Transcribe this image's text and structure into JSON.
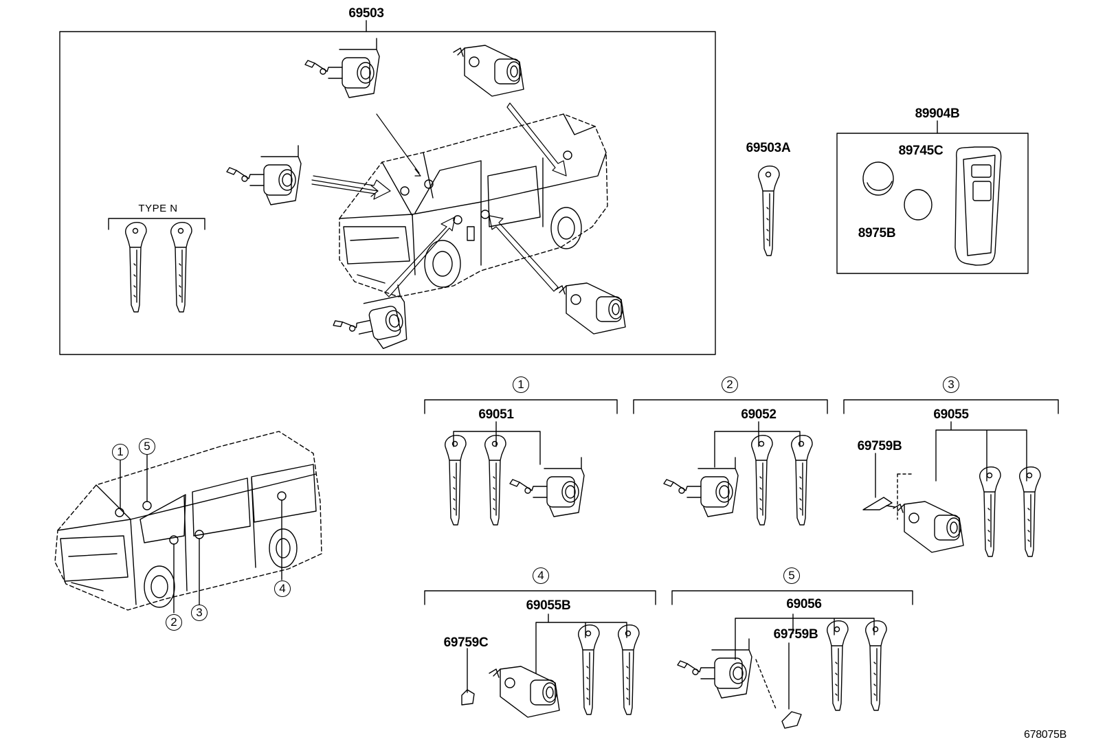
{
  "top_box": {
    "label": "69503"
  },
  "type_n": {
    "label": "TYPE N"
  },
  "key_single": {
    "label": "69503A"
  },
  "transmitter": {
    "label": "89904B",
    "battery_label": "89745C",
    "cover_label": "8975B"
  },
  "groups": [
    {
      "num": "1",
      "label": "69051"
    },
    {
      "num": "2",
      "label": "69052"
    },
    {
      "num": "3",
      "label": "69055",
      "sub_label": "69759B"
    },
    {
      "num": "4",
      "label": "69055B",
      "sub_label": "69759C"
    },
    {
      "num": "5",
      "label": "69056",
      "sub_label": "69759B"
    }
  ],
  "van_callouts": [
    "1",
    "5",
    "2",
    "3",
    "4"
  ],
  "footer": {
    "code": "678075B"
  }
}
